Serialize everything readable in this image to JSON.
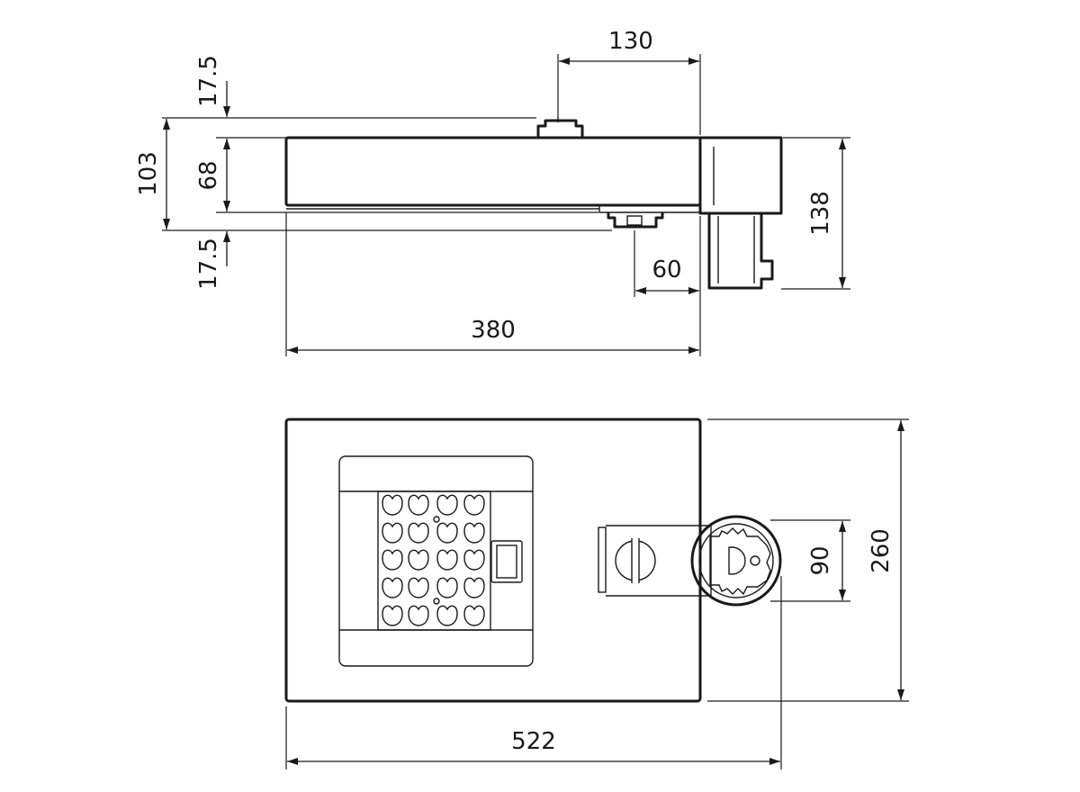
{
  "dimensions": {
    "side_top_gap": "17.5",
    "side_overall_height": "103",
    "side_body_height": "68",
    "side_bottom_gap": "17.5",
    "side_bracket_offset": "130",
    "side_bracket_height": "138",
    "side_spigot_width": "60",
    "side_body_length": "380",
    "plan_spigot_diameter": "90",
    "plan_width": "260",
    "plan_overall_length": "522"
  }
}
